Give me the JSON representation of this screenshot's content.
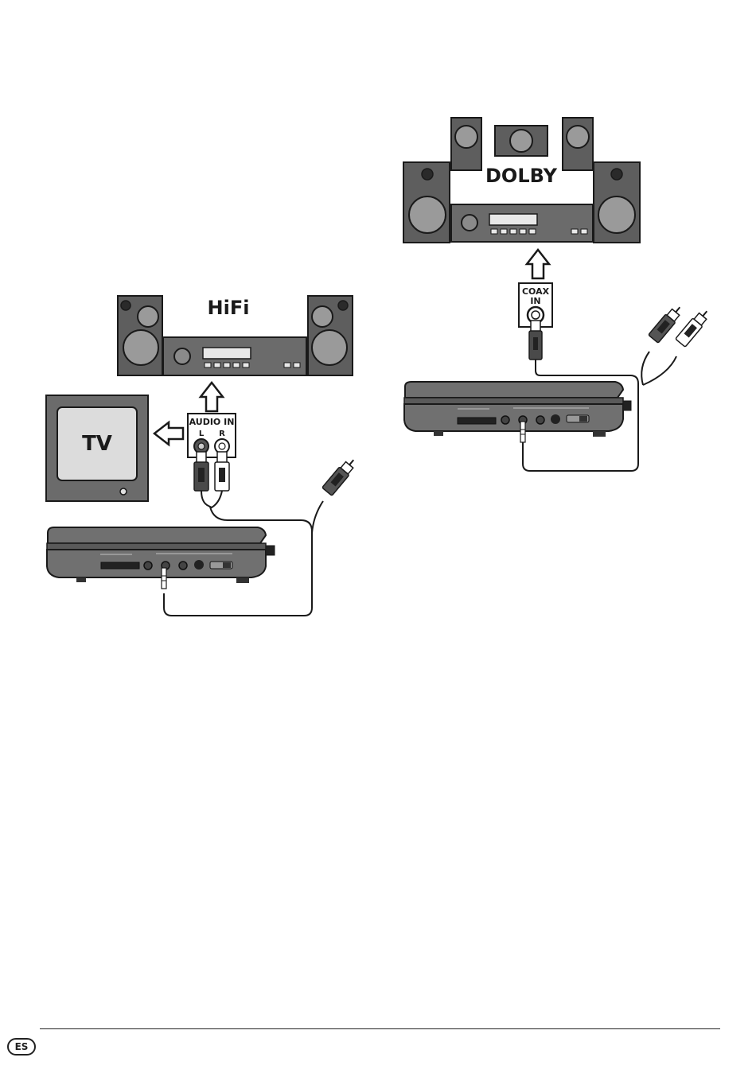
{
  "labels": {
    "dolby": "DOLBY",
    "coax_line1": "COAX",
    "coax_line2": "IN",
    "hifi": "HiFi",
    "tv": "TV",
    "audio_in": "AUDIO IN",
    "audio_l": "L",
    "audio_r": "R"
  },
  "footer": {
    "language": "ES"
  },
  "colors": {
    "speaker_body": "#5e5e5e",
    "speaker_cone": "#9a9a9a",
    "receiver_body": "#6b6b6b",
    "player_body": "#707070",
    "outline": "#1a1a1a",
    "cable": "#1a1a1a",
    "tv_screen": "#dcdcdc"
  }
}
